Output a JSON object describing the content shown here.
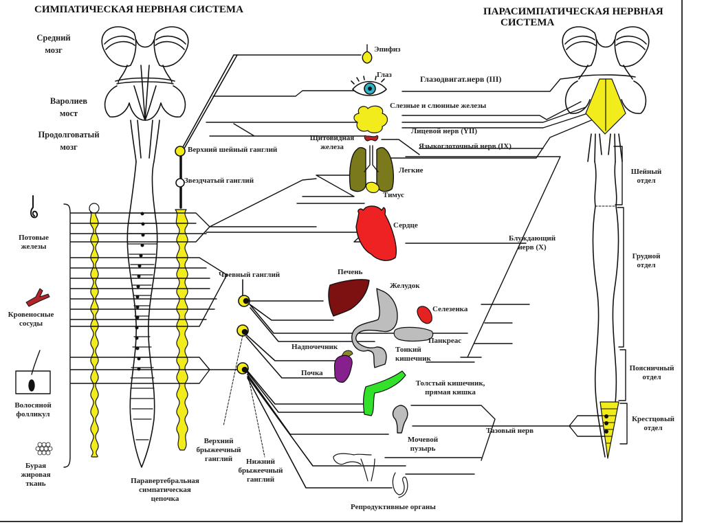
{
  "titles": {
    "sympathetic": "СИМПАТИЧЕСКАЯ НЕРВНАЯ СИСТЕМА",
    "parasympathetic_line1": "ПАРАСИМПАТИЧЕСКАЯ НЕРВНАЯ",
    "parasympathetic_line2": "СИСТЕМА"
  },
  "brain_parts": {
    "midbrain_1": "Средний",
    "midbrain_2": "мозг",
    "pons_1": "Варолиев",
    "pons_2": "мост",
    "medulla_1": "Продолговатый",
    "medulla_2": "мозг"
  },
  "ganglia": {
    "superior_cervical": "Верхний шейный ганглий",
    "stellate": "Звездчатый ганглий",
    "celiac": "Чревный ганглий",
    "sup_mesenteric_1": "Верхний",
    "sup_mesenteric_2": "брыжеечный",
    "sup_mesenteric_3": "ганглий",
    "inf_mesenteric_1": "Нижний",
    "inf_mesenteric_2": "брыжеечный",
    "inf_mesenteric_3": "ганглий",
    "chain_1": "Паравертебральная",
    "chain_2": "симпатическая",
    "chain_3": "цепочка"
  },
  "skin_targets": {
    "sweat_1": "Потовые",
    "sweat_2": "железы",
    "vessels_1": "Кровеносные",
    "vessels_2": "сосуды",
    "hair_1": "Волосяной",
    "hair_2": "фолликул",
    "fat_1": "Бурая",
    "fat_2": "жировая",
    "fat_3": "ткань"
  },
  "organs": {
    "pineal": "Эпифиз",
    "eye": "Глаз",
    "glands": "Слезные и слюнные железы",
    "thyroid_1": "Щитовидная",
    "thyroid_2": "железа",
    "lungs": "Легкие",
    "thymus": "Тимус",
    "heart": "Сердце",
    "liver": "Печень",
    "stomach": "Желудок",
    "spleen": "Селезенка",
    "pancreas": "Панкреас",
    "adrenal": "Надпочечник",
    "small_int_1": "Тонкий",
    "small_int_2": "кишечник",
    "kidney": "Почка",
    "large_int_1": "Толстый кишечник,",
    "large_int_2": "прямая кишка",
    "bladder_1": "Мочевой",
    "bladder_2": "пузырь",
    "repro": "Репродуктивные органы"
  },
  "nerves": {
    "oculomotor": "Глазодвигат.нерв (III)",
    "facial": "Лицевой нерв (YII)",
    "glossopharyngeal": "Языкоглоточный нерв (IX)",
    "vagus_1": "Блуждающий",
    "vagus_2": "нерв (X)",
    "pelvic": "Тазовый нерв"
  },
  "spinal_sections": {
    "cervical_1": "Шейный",
    "cervical_2": "отдел",
    "thoracic_1": "Грудной",
    "thoracic_2": "отдел",
    "lumbar_1": "Поясничный",
    "lumbar_2": "отдел",
    "sacral_1": "Крестцовый",
    "sacral_2": "отдел"
  },
  "colors": {
    "ganglion_yellow": "#f2ec1c",
    "eye_cyan": "#2fb3c8",
    "thyroid_red": "#b8232a",
    "lungs_olive": "#7a7a1c",
    "heart_red": "#ee2222",
    "liver_maroon": "#7d1010",
    "stomach_gray": "#bdbdbd",
    "spleen_red": "#e52222",
    "kidney_purple": "#86208c",
    "adrenal_olive": "#8a8a2a",
    "colon_green": "#33e02a",
    "vessel_red": "#b3242a"
  }
}
